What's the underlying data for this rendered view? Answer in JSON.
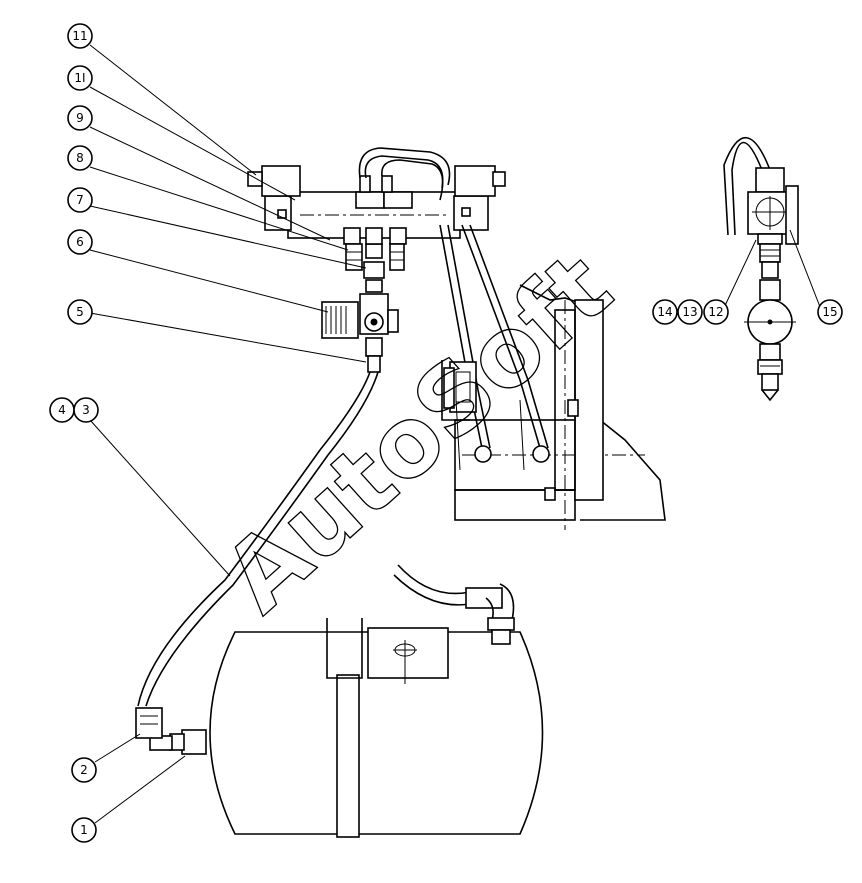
{
  "watermark": "AutoSoft",
  "callouts": [
    {
      "id": "c11a",
      "label": "11"
    },
    {
      "id": "c11b",
      "label": "1I"
    },
    {
      "id": "c9",
      "label": "9"
    },
    {
      "id": "c8",
      "label": "8"
    },
    {
      "id": "c7",
      "label": "7"
    },
    {
      "id": "c6",
      "label": "6"
    },
    {
      "id": "c5",
      "label": "5"
    },
    {
      "id": "c4",
      "label": "4"
    },
    {
      "id": "c3",
      "label": "3"
    },
    {
      "id": "c2",
      "label": "2"
    },
    {
      "id": "c1",
      "label": "1"
    },
    {
      "id": "c14",
      "label": "14"
    },
    {
      "id": "c13",
      "label": "13"
    },
    {
      "id": "c12",
      "label": "12"
    },
    {
      "id": "c15",
      "label": "15"
    }
  ]
}
